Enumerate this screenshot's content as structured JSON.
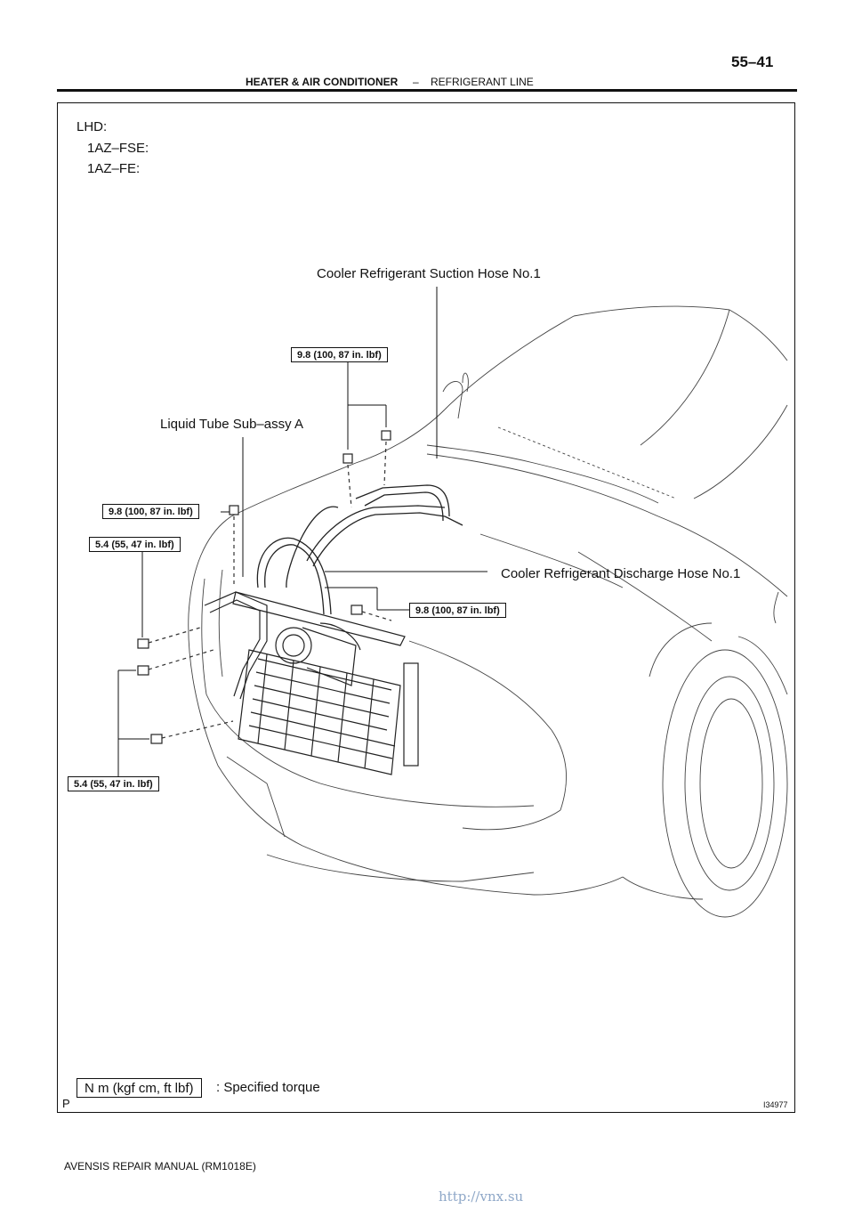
{
  "header": {
    "page_number": "55–41",
    "section": "HEATER & AIR CONDITIONER",
    "separator": "–",
    "subsection": "REFRIGERANT LINE"
  },
  "figure": {
    "variant": "LHD:",
    "engines": [
      "1AZ–FSE:",
      "1AZ–FE:"
    ],
    "parts": {
      "suction_hose": "Cooler Refrigerant Suction Hose No.1",
      "liquid_tube": "Liquid Tube Sub–assy A",
      "discharge_hose": "Cooler Refrigerant Discharge Hose No.1"
    },
    "torques": {
      "top": "9.8 (100, 87 in. lbf)",
      "left_upper": "9.8 (100, 87 in. lbf)",
      "left_mid": "5.4 (55, 47 in. lbf)",
      "right": "9.8 (100, 87 in. lbf)",
      "left_lower": "5.4 (55, 47 in. lbf)"
    },
    "legend": {
      "box": "N m (kgf cm, ft lbf)",
      "text": ": Specified torque"
    },
    "p_mark": "P",
    "figure_id": "I34977"
  },
  "footer": "AVENSIS REPAIR MANUAL   (RM1018E)",
  "watermark": "http://vnx.su"
}
